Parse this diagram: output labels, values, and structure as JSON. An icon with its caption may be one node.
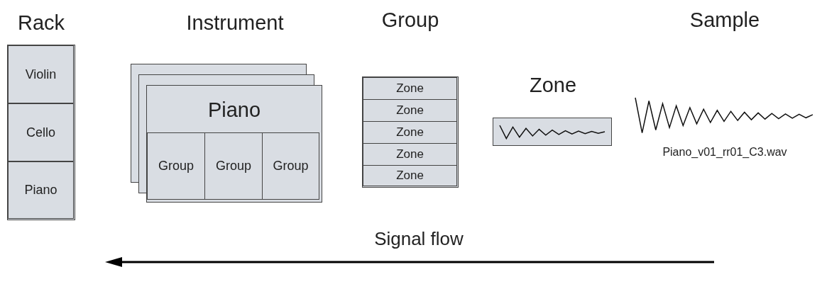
{
  "diagram": {
    "nodes": [
      {
        "text": [
          "Rack"
        ]
      },
      {
        "text": [
          "Violin"
        ],
        "in": 0
      },
      {
        "text": [
          "Cello"
        ],
        "in": 0
      },
      {
        "text": [
          "Piano"
        ],
        "in": 0
      },
      {
        "text": [
          "Instrument",
          "Piano"
        ]
      },
      {
        "text": [
          "Group"
        ],
        "in": 4
      },
      {
        "text": [
          "Group"
        ],
        "in": 4
      },
      {
        "text": [
          "Group"
        ],
        "in": 4
      },
      {
        "text": [
          "Group"
        ]
      },
      {
        "text": [
          "Zone"
        ],
        "in": 8
      },
      {
        "text": [
          "Zone"
        ],
        "in": 8
      },
      {
        "text": [
          "Zone"
        ],
        "in": 8
      },
      {
        "text": [
          "Zone"
        ],
        "in": 8
      },
      {
        "text": [
          "Zone"
        ],
        "in": 8
      },
      {
        "text": [
          "Zone"
        ]
      },
      {
        "text": [
          "Sample",
          "Piano_v01_rr01_C3.wav"
        ]
      }
    ],
    "labels": [
      "Signal flow"
    ]
  }
}
